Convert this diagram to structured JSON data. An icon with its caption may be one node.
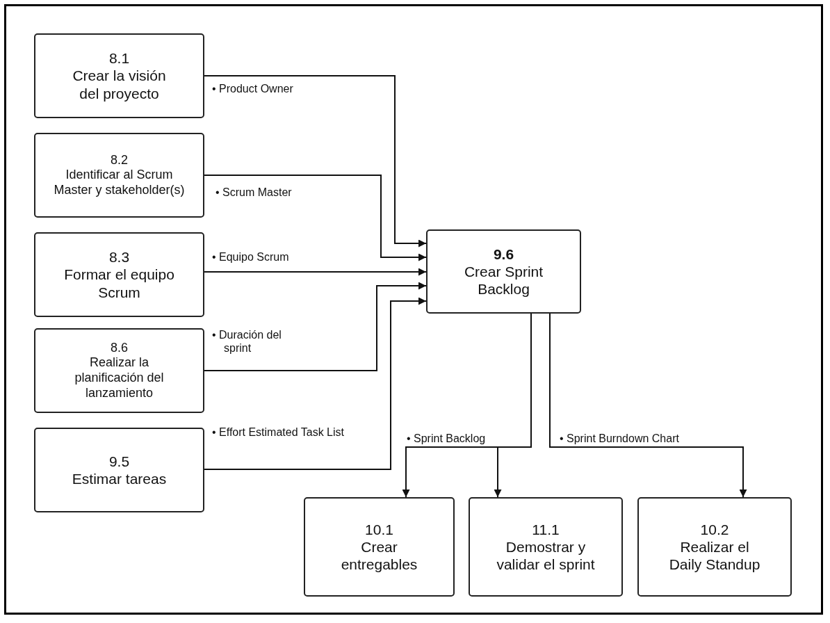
{
  "diagram": {
    "nodes": [
      {
        "text": [
          "8.1",
          "Crear la visión del proyecto"
        ]
      },
      {
        "text": [
          "8.2",
          "Identificar al Scrum Master y stakeholder(s)"
        ]
      },
      {
        "text": [
          "8.3",
          "Formar el equipo Scrum"
        ]
      },
      {
        "text": [
          "8.6",
          "Realizar la planificación del lanzamiento"
        ]
      },
      {
        "text": [
          "9.5",
          "Estimar tareas"
        ]
      },
      {
        "text": [
          "9.6",
          "Crear Sprint Backlog"
        ]
      },
      {
        "text": [
          "10.1",
          "Crear entregables"
        ]
      },
      {
        "text": [
          "11.1",
          "Demostrar y validar el sprint"
        ]
      },
      {
        "text": [
          "10.2",
          "Realizar el Daily Standup"
        ]
      }
    ],
    "edges": [
      {
        "from": 0,
        "to": 5,
        "arrow": "to",
        "label": "• Product Owner"
      },
      {
        "from": 1,
        "to": 5,
        "arrow": "to",
        "label": "• Scrum Master"
      },
      {
        "from": 2,
        "to": 5,
        "arrow": "to",
        "label": "• Equipo Scrum"
      },
      {
        "from": 3,
        "to": 5,
        "arrow": "to",
        "label": "• Duración del sprint"
      },
      {
        "from": 4,
        "to": 5,
        "arrow": "to",
        "label": "• Effort Estimated Task List"
      },
      {
        "from": 5,
        "to": 6,
        "arrow": "to",
        "label": "• Sprint Backlog"
      },
      {
        "from": 5,
        "to": 7,
        "arrow": "to"
      },
      {
        "from": 5,
        "to": 8,
        "arrow": "to",
        "label": "• Sprint Burndown Chart"
      }
    ]
  }
}
